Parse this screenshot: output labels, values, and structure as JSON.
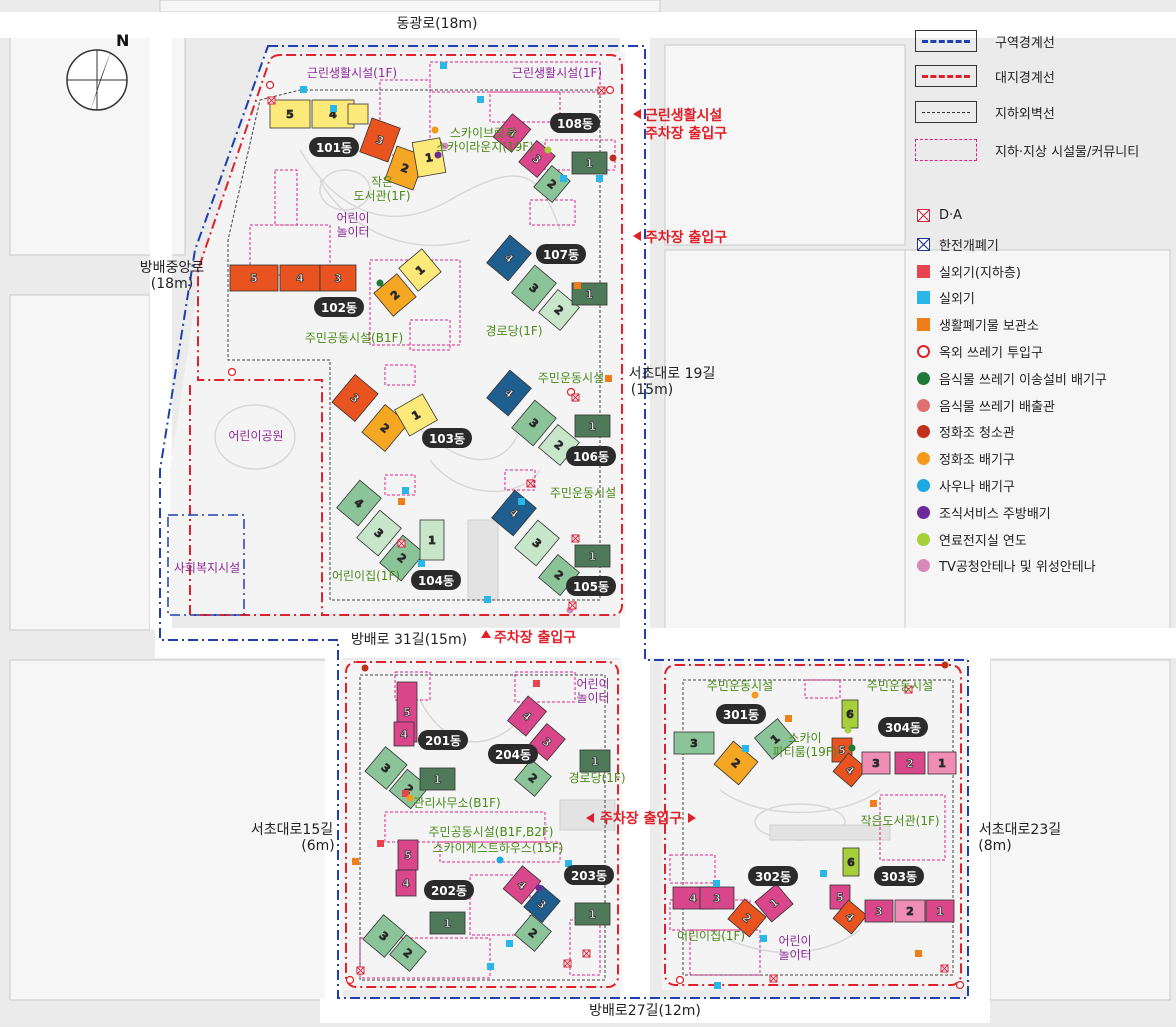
{
  "roads": {
    "top": "동광로(18m)",
    "left": [
      "방배중앙로",
      "(18m)"
    ],
    "right_upper": [
      "서초대로 19길",
      "(15m)"
    ],
    "middle": "방배로 31길(15m)",
    "lower_left": [
      "서초대로15길",
      "(6m)"
    ],
    "lower_right": [
      "서초대로23길",
      "(8m)"
    ],
    "bottom": "방배로27길(12m)"
  },
  "entrances": {
    "commercial": [
      "근린생활시설",
      "주차장 출입구"
    ],
    "parking_right": "주차장 출입구",
    "parking_middle": "주차장 출입구",
    "parking_lower": "주차장 출입구"
  },
  "buildings": [
    "101동",
    "102동",
    "103동",
    "104동",
    "105동",
    "106동",
    "107동",
    "108동",
    "201동",
    "202동",
    "203동",
    "204동",
    "301동",
    "302동",
    "303동",
    "304동"
  ],
  "facilities": {
    "f1": "근린생활시설(1F)",
    "f2": "근린생활시설(1F)",
    "f3": "스카이브릿지",
    "f4": "스카이라운지(19F)",
    "f5": [
      "작은",
      "도서관(1F)"
    ],
    "f6": [
      "어린이",
      "놀이터"
    ],
    "f7": "주민공동시설(B1F)",
    "f8": "경로당(1F)",
    "f9": "주민운동시설",
    "f10": "주민운동시설",
    "f11": "어린이집(1F)",
    "f12": "어린이공원",
    "f13": "사회복지시설",
    "f14": [
      "어린이",
      "놀이터"
    ],
    "f15": "경로당(1F)",
    "f16": "관리사무소(B1F)",
    "f17": "주민공동시설(B1F,B2F)",
    "f18": "스카이게스트하우스(15F)",
    "f19": "주민운동시설",
    "f20": "주민운동시설",
    "f21": [
      "스카이",
      "파티룸(19F)"
    ],
    "f22": "작은도서관(1F)",
    "f23": "어린이집(1F)",
    "f24": [
      "어린이",
      "놀이터"
    ]
  },
  "legend": {
    "lines": [
      {
        "label": "구역경계선",
        "color": "#1f3fb0"
      },
      {
        "label": "대지경계선",
        "color": "#e0202a"
      },
      {
        "label": "지하외벽선",
        "color": "#333333"
      },
      {
        "label": "지하·지상 시설물/커뮤니티",
        "color": "#e0208a"
      }
    ],
    "marks": [
      {
        "label": "D·A",
        "color": "#d8263a",
        "icon": "d-a-box-icon"
      },
      {
        "label": "한전개폐기",
        "color": "#1b3a8c",
        "icon": "kepco-box-icon"
      },
      {
        "label": "실외기(지하층)",
        "color": "#e8444f",
        "icon": "square"
      },
      {
        "label": "실외기",
        "color": "#29b6e8",
        "icon": "square"
      },
      {
        "label": "생활폐기물 보관소",
        "color": "#f07d1a",
        "icon": "square"
      },
      {
        "label": "옥외 쓰레기 투입구",
        "color": "#e0202a",
        "icon": "ring"
      },
      {
        "label": "음식물 쓰레기 이송설비 배기구",
        "color": "#1f7a3a",
        "icon": "dot"
      },
      {
        "label": "음식물 쓰레기 배출관",
        "color": "#e07070",
        "icon": "dot"
      },
      {
        "label": "정화조 청소관",
        "color": "#c0311c",
        "icon": "dot"
      },
      {
        "label": "정화조 배기구",
        "color": "#f39a1f",
        "icon": "dot"
      },
      {
        "label": "사우나 배기구",
        "color": "#1ea8e0",
        "icon": "dot"
      },
      {
        "label": "조식서비스 주방배기",
        "color": "#6a2a9a",
        "icon": "dot"
      },
      {
        "label": "연료전지실 연도",
        "color": "#a6cf3a",
        "icon": "dot"
      },
      {
        "label": "TV공청안테나 및 위성안테나",
        "color": "#d889b8",
        "icon": "dot"
      }
    ]
  },
  "compass": "N"
}
